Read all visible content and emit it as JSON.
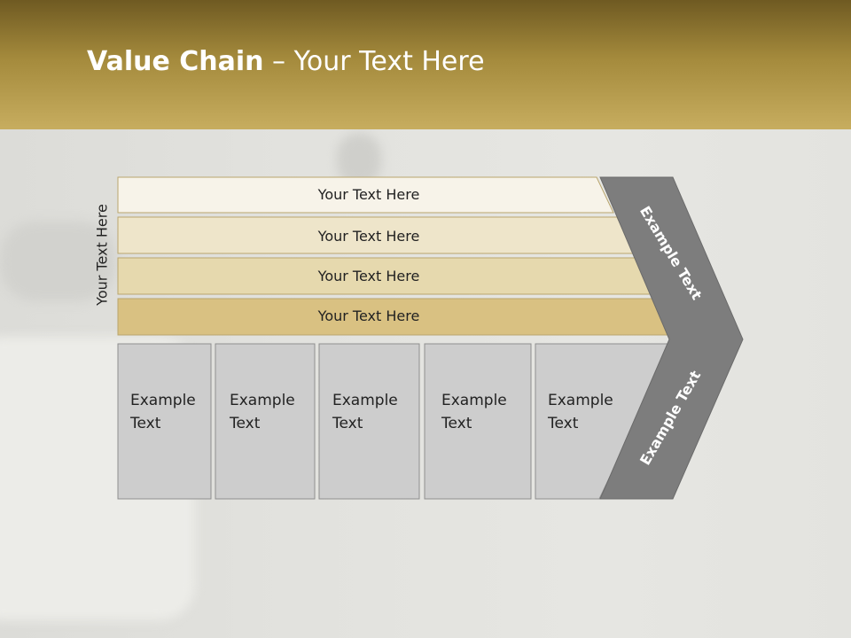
{
  "title": {
    "bold": "Value Chain",
    "rest": " – Your Text Here"
  },
  "side_label": "Your Text Here",
  "bands": [
    {
      "label": "Your Text Here",
      "fill": "#f7f3e9"
    },
    {
      "label": "Your Text Here",
      "fill": "#eee5ca"
    },
    {
      "label": "Your Text Here",
      "fill": "#e6d9ae"
    },
    {
      "label": "Your Text Here",
      "fill": "#d9c182"
    }
  ],
  "boxes": [
    {
      "line1": "Example",
      "line2": "Text"
    },
    {
      "line1": "Example",
      "line2": "Text"
    },
    {
      "line1": "Example",
      "line2": "Text"
    },
    {
      "line1": "Example",
      "line2": "Text"
    },
    {
      "line1": "Example",
      "line2": "Text"
    }
  ],
  "chevron": {
    "upper_label": "Example Text",
    "lower_label": "Example Text",
    "fill": "#7d7d7d"
  },
  "colors": {
    "header": "#a48a3c",
    "box_fill": "#cdcdcd",
    "box_border": "#8f8f8f"
  }
}
